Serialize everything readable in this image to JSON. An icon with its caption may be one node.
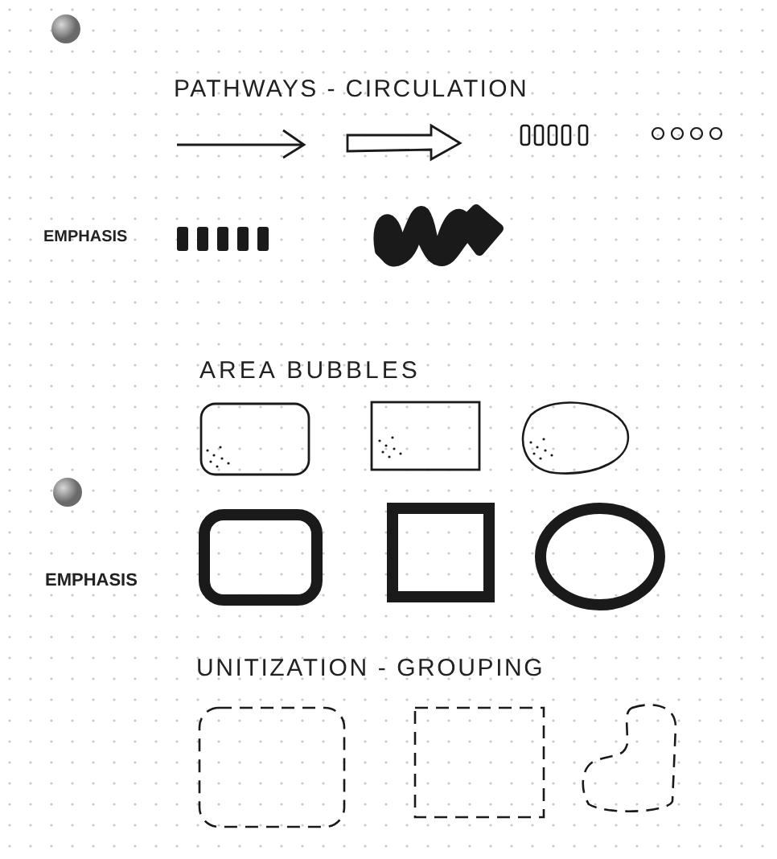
{
  "diagram": {
    "labels": [
      "PATHWAYS - CIRCULATION",
      "EMPHASIS",
      "AREA BUBBLES",
      "EMPHASIS",
      "UNITIZATION - GROUPING"
    ]
  }
}
